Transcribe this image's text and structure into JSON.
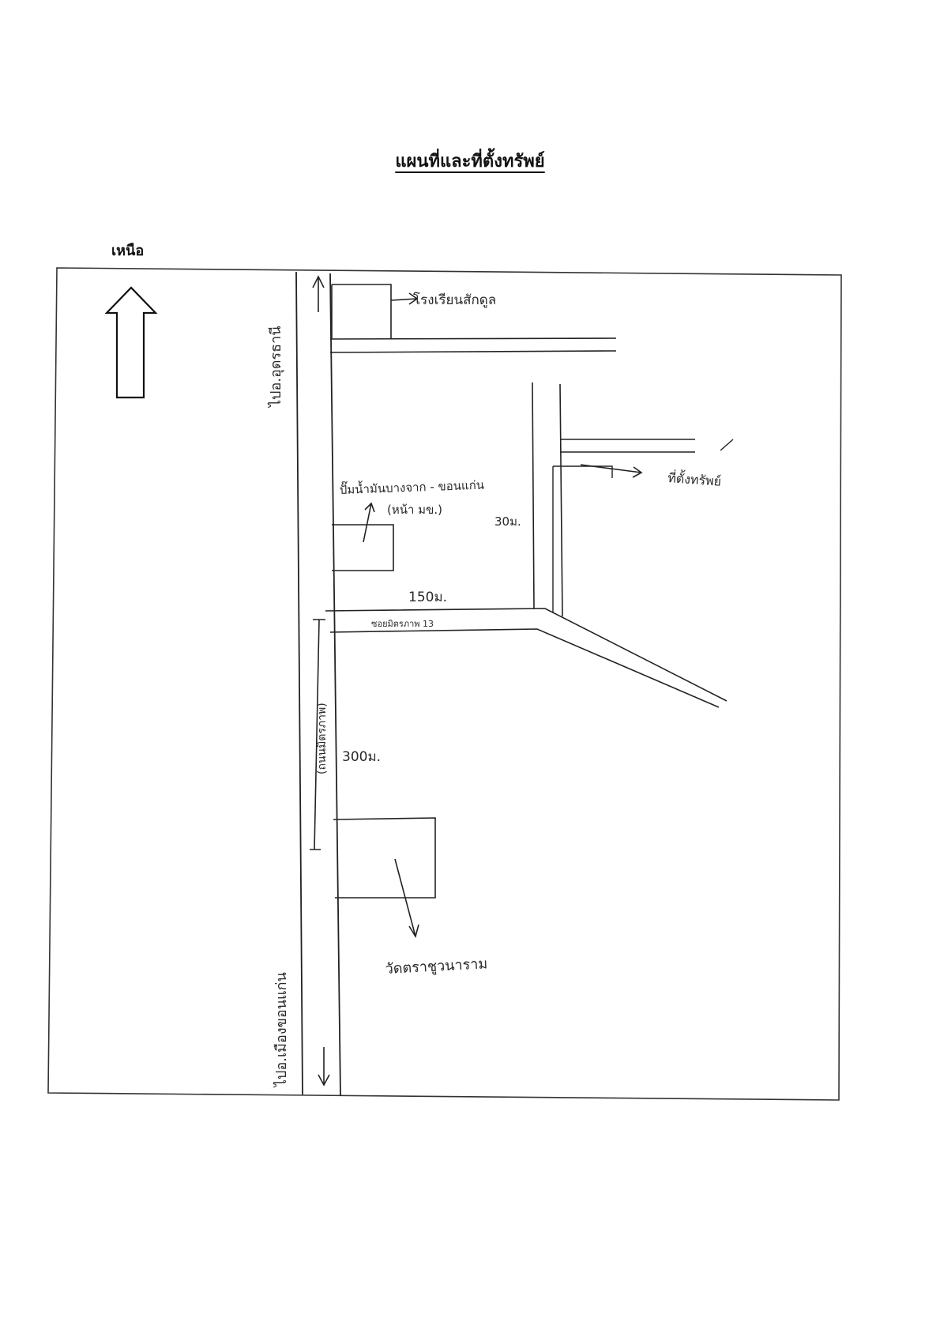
{
  "title": "แผนที่และที่ตั้งทรัพย์",
  "north": "เหนือ",
  "labels": {
    "school": "โรงเรียนสักดูล",
    "gas_station": "ปั๊มน้ำมันบางจาก - ขอนแก่น",
    "gas_station_note": "(หน้า มข.)",
    "property": "ที่ตั้งทรัพย์",
    "temple": "วัดตราชูวนาราม",
    "soi": "ซอยมิตรภาพ 13",
    "highway": "(ถนนมิตรภาพ)",
    "to_udon": "ไปอ.อุดรธานี",
    "to_khonkaen": "ไปอ.เมืองขอนแก่น",
    "dist_150": "150ม.",
    "dist_300_top": "30ม.",
    "dist_300": "300ม."
  }
}
